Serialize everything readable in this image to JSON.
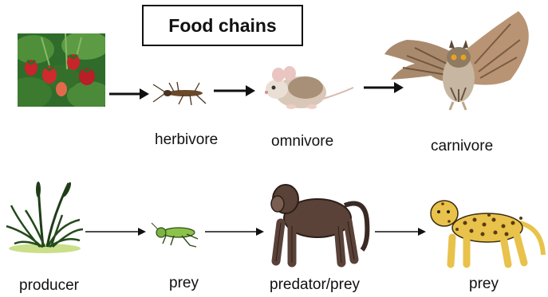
{
  "title": "Food chains",
  "top_chain": {
    "organisms": [
      {
        "icon": "strawberry-plant-photo",
        "label": ""
      },
      {
        "icon": "insect-photo",
        "label": "herbivore"
      },
      {
        "icon": "mouse-photo",
        "label": "omnivore"
      },
      {
        "icon": "owl-photo",
        "label": "carnivore"
      }
    ]
  },
  "bottom_chain": {
    "organisms": [
      {
        "icon": "grass-clipart",
        "label": "producer"
      },
      {
        "icon": "grasshopper-clipart",
        "label": "prey"
      },
      {
        "icon": "baboon-clipart",
        "label": "predator/prey"
      },
      {
        "icon": "leopard-clipart",
        "label": "prey"
      }
    ]
  },
  "colors": {
    "arrow": "#111111",
    "leaf_green": "#3f7d2e",
    "strawberry_red": "#c8242b",
    "baboon_brown": "#5a4238",
    "leopard_yellow": "#e8c24a"
  }
}
